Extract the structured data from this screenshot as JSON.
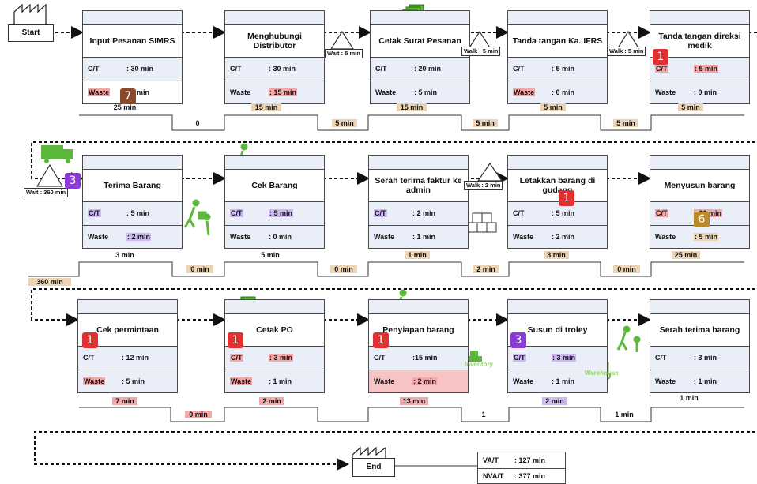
{
  "start_label": "Start",
  "end_label": "End",
  "row1": {
    "processes": [
      {
        "title": "Input Pesanan SIMRS",
        "ct_label": "C/T",
        "ct": ": 30 min",
        "waste_label": "Waste",
        "waste": ": 0 min"
      },
      {
        "title": "Menghubungi Distributor",
        "ct_label": "C/T",
        "ct": ": 30 min",
        "waste_label": "Waste",
        "waste": ": 15 min"
      },
      {
        "title": "Cetak Surat Pesanan",
        "ct_label": "C/T",
        "ct": ": 20 min",
        "waste_label": "Waste",
        "waste": ": 5 min"
      },
      {
        "title": "Tanda tangan Ka. IFRS",
        "ct_label": "C/T",
        "ct": ": 5 min",
        "waste_label": "Waste",
        "waste": ": 0 min"
      },
      {
        "title": "Tanda tangan direksi medik",
        "ct_label": "C/T",
        "ct": ": 5 min",
        "waste_label": "Waste",
        "waste": ": 0 min"
      }
    ],
    "inventory": [
      "Wait : 5 min",
      "Walk : 5 min",
      "Walk : 5 min"
    ],
    "timeline_top": [
      "25 min",
      "15 min",
      "15 min",
      "5 min",
      "5 min"
    ],
    "timeline_bottom": [
      "0",
      "5 min",
      "5 min",
      "5 min"
    ]
  },
  "row2": {
    "processes": [
      {
        "title": "Terima Barang",
        "ct_label": "C/T",
        "ct": ": 5 min",
        "waste_label": "Waste",
        "waste": ": 2 min"
      },
      {
        "title": "Cek Barang",
        "ct_label": "C/T",
        "ct": ": 5 min",
        "waste_label": "Waste",
        "waste": ": 0 min"
      },
      {
        "title": "Serah terima faktur ke admin",
        "ct_label": "C/T",
        "ct": ": 2 min",
        "waste_label": "Waste",
        "waste": ": 1 min"
      },
      {
        "title": "Letakkan barang di gudang",
        "ct_label": "C/T",
        "ct": ": 5 min",
        "waste_label": "Waste",
        "waste": ": 2 min"
      },
      {
        "title": "Menyusun barang",
        "ct_label": "C/T",
        "ct": ": 20 min",
        "waste_label": "Waste",
        "waste": ": 5 min"
      }
    ],
    "inventory": [
      "Wait : 360 min",
      "Walk : 2 min"
    ],
    "timeline_top": [
      "3 min",
      "5 min",
      "1 min",
      "3 min",
      "25 min"
    ],
    "timeline_bottom": [
      "360 min",
      "0 min",
      "0 min",
      "2 min",
      "0 min"
    ]
  },
  "row3": {
    "processes": [
      {
        "title": "Cek permintaan",
        "ct_label": "C/T",
        "ct": ": 12 min",
        "waste_label": "Waste",
        "waste": ": 5 min"
      },
      {
        "title": "Cetak PO",
        "ct_label": "C/T",
        "ct": ": 3 min",
        "waste_label": "Waste",
        "waste": ": 1 min"
      },
      {
        "title": "Penyiapan barang",
        "ct_label": "C/T",
        "ct": ":15 min",
        "waste_label": "Waste",
        "waste": ": 2 min"
      },
      {
        "title": "Susun di troley",
        "ct_label": "C/T",
        "ct": ": 3 min",
        "waste_label": "Waste",
        "waste": ": 1 min"
      },
      {
        "title": "Serah terima barang",
        "ct_label": "C/T",
        "ct": ": 3 min",
        "waste_label": "Waste",
        "waste": ": 1 min"
      }
    ],
    "timeline_top": [
      "7 min",
      "2 min",
      "13 min",
      "2 min",
      "1 min"
    ],
    "timeline_bottom": [
      "0 min",
      "1",
      "1 min"
    ],
    "green_labels": [
      "Inventory",
      "Warehouse"
    ]
  },
  "badges": [
    "7",
    "1",
    "3",
    "1",
    "6",
    "1",
    "1",
    "1",
    "3"
  ],
  "summary": {
    "vat_label": "VA/T",
    "vat": ": 127 min",
    "nvat_label": "NVA/T",
    "nvat": ": 377 min"
  },
  "colors": {
    "process_fill": "#e9eef8",
    "waste_highlight": "#f2a8a8",
    "nva_highlight": "#cdb8ef",
    "va_highlight": "#ecd3b4",
    "icon_green": "#5cb83a"
  }
}
